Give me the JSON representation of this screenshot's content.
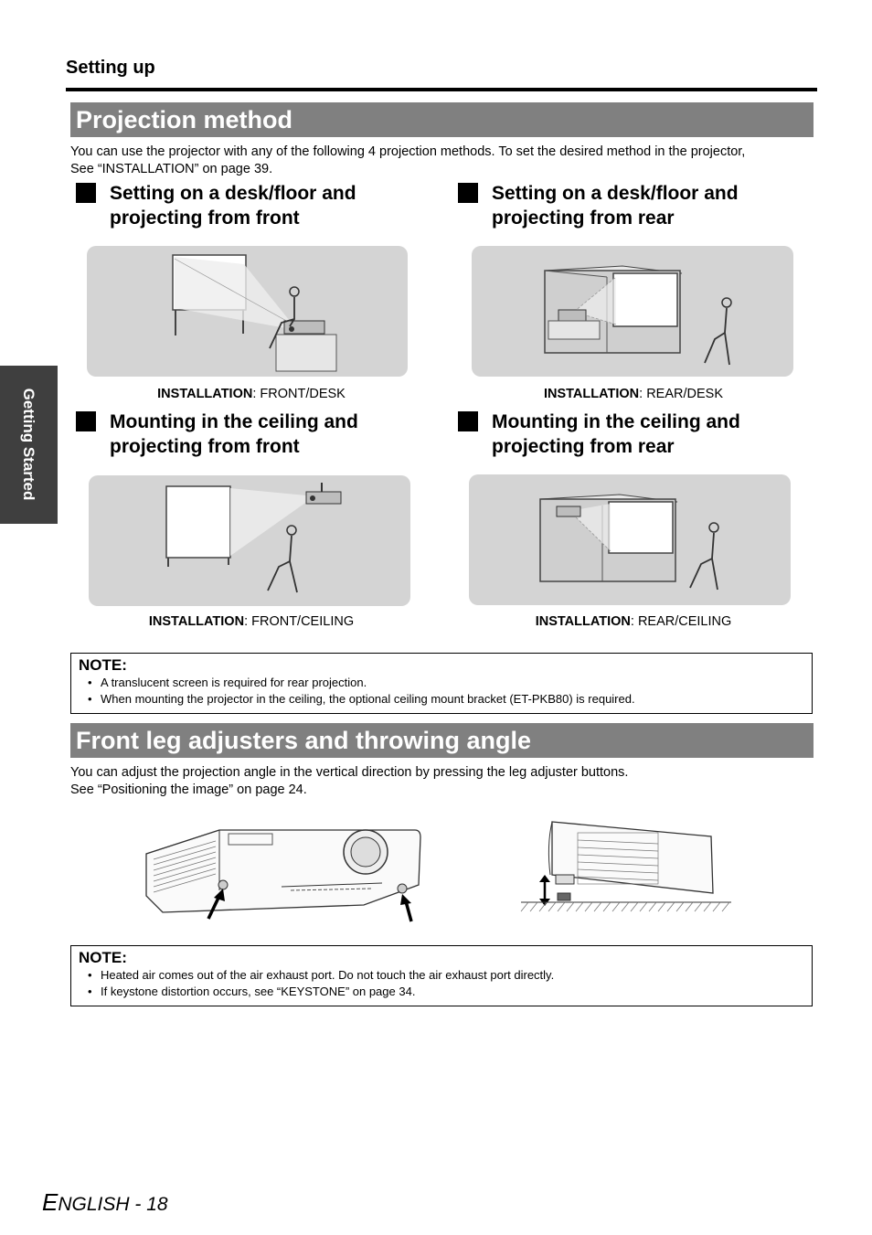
{
  "header": {
    "section": "Setting up"
  },
  "side_tab": {
    "label": "Getting Started"
  },
  "projection": {
    "title": "Projection method",
    "intro_line1": "You can use the projector with any of the following 4 projection methods. To set the desired method in the projector,",
    "intro_line2": "See “INSTALLATION” on page 39.",
    "methods": [
      {
        "line1": "Setting on a desk/floor and",
        "line2": "projecting from front",
        "cap_label": "INSTALLATION",
        "cap_value": ": FRONT/DESK"
      },
      {
        "line1": "Setting on a desk/floor and",
        "line2": "projecting from rear",
        "cap_label": "INSTALLATION",
        "cap_value": ": REAR/DESK"
      },
      {
        "line1": "Mounting in the ceiling and",
        "line2": "projecting from front",
        "cap_label": "INSTALLATION",
        "cap_value": ": FRONT/CEILING"
      },
      {
        "line1": "Mounting in the ceiling and",
        "line2": "projecting from rear",
        "cap_label": "INSTALLATION",
        "cap_value": ": REAR/CEILING"
      }
    ]
  },
  "note1": {
    "title": "NOTE:",
    "items": [
      "A translucent screen is required for rear projection.",
      "When mounting the projector in the ceiling, the optional ceiling mount bracket (ET-PKB80) is required."
    ]
  },
  "legs": {
    "title": "Front leg adjusters and throwing angle",
    "line1": "You can adjust the projection angle in the vertical direction by pressing the leg adjuster buttons.",
    "line2": "See “Positioning the image” on page 24."
  },
  "note2": {
    "title": "NOTE:",
    "items": [
      "Heated air comes out of the air exhaust port. Do not touch the air exhaust port directly.",
      "If keystone distortion occurs, see “KEYSTONE” on page 34."
    ]
  },
  "footer": {
    "big_e": "E",
    "rest": "NGLISH - 18"
  }
}
